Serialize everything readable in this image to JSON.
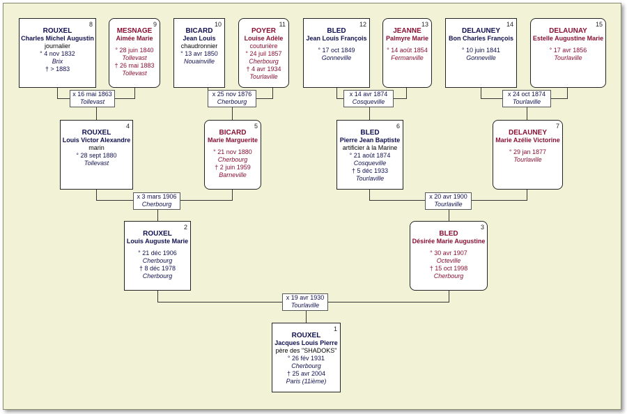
{
  "people": {
    "p1": {
      "num": "1",
      "surname": "ROUXEL",
      "given": "Jacques Louis Pierre",
      "occupation": "père des \"SHADOKS\"",
      "birth": "° 26 fév 1931",
      "birth_place": "Cherbourg",
      "death": "† 25 avr 2004",
      "death_place": "Paris (11ième)"
    },
    "p2": {
      "num": "2",
      "surname": "ROUXEL",
      "given": "Louis Auguste Marie",
      "occupation": "",
      "birth": "° 21 déc 1906",
      "birth_place": "Cherbourg",
      "death": "† 8 déc 1978",
      "death_place": "Cherbourg"
    },
    "p3": {
      "num": "3",
      "surname": "BLED",
      "given": "Désirée Marie Augustine",
      "occupation": "",
      "birth": "° 30 avr 1907",
      "birth_place": "Octeville",
      "death": "† 15 oct 1998",
      "death_place": "Cherbourg"
    },
    "p4": {
      "num": "4",
      "surname": "ROUXEL",
      "given": "Louis Victor Alexandre",
      "occupation": "marin",
      "birth": "° 28 sept 1880",
      "birth_place": "Tollevast",
      "death": "",
      "death_place": ""
    },
    "p5": {
      "num": "5",
      "surname": "BICARD",
      "given": "Marie Marguerite",
      "occupation": "",
      "birth": "° 21 nov 1880",
      "birth_place": "Cherbourg",
      "death": "† 2 juin 1959",
      "death_place": "Barneville"
    },
    "p6": {
      "num": "6",
      "surname": "BLED",
      "given": "Pierre Jean Baptiste",
      "occupation": "artificier à la Marine",
      "birth": "° 21 août 1874",
      "birth_place": "Cosqueville",
      "death": "† 5 déc 1933",
      "death_place": "Tourlaville"
    },
    "p7": {
      "num": "7",
      "surname": "DELAUNEY",
      "given": "Marie Azélie Victorine",
      "occupation": "",
      "birth": "° 29 jan 1877",
      "birth_place": "Tourlaville",
      "death": "",
      "death_place": ""
    },
    "p8": {
      "num": "8",
      "surname": "ROUXEL",
      "given": "Charles Michel Augustin",
      "occupation": "journalier",
      "birth": "° 4 nov 1832",
      "birth_place": "Brix",
      "death": "† > 1883",
      "death_place": ""
    },
    "p9": {
      "num": "9",
      "surname": "MESNAGE",
      "given": "Aimée Marie",
      "occupation": "",
      "birth": "° 28 juin 1840",
      "birth_place": "Tollevast",
      "death": "† 26 mai 1883",
      "death_place": "Tollevast"
    },
    "p10": {
      "num": "10",
      "surname": "BICARD",
      "given": "Jean Louis",
      "occupation": "chaudronnier",
      "birth": "° 13 avr 1850",
      "birth_place": "Nouainville",
      "death": "",
      "death_place": ""
    },
    "p11": {
      "num": "11",
      "surname": "POYER",
      "given": "Louise Adèle",
      "occupation": "couturière",
      "birth": "° 24 juil 1857",
      "birth_place": "Cherbourg",
      "death": "† 4 avr 1934",
      "death_place": "Tourlaville"
    },
    "p12": {
      "num": "12",
      "surname": "BLED",
      "given": "Jean Louis François",
      "occupation": "",
      "birth": "° 17 oct 1849",
      "birth_place": "Gonneville",
      "death": "",
      "death_place": ""
    },
    "p13": {
      "num": "13",
      "surname": "JEANNE",
      "given": "Palmyre Marie",
      "occupation": "",
      "birth": "° 14 août 1854",
      "birth_place": "Fermanville",
      "death": "",
      "death_place": ""
    },
    "p14": {
      "num": "14",
      "surname": "DELAUNEY",
      "given": "Bon Charles François",
      "occupation": "",
      "birth": "° 10 juin 1841",
      "birth_place": "Gonneville",
      "death": "",
      "death_place": ""
    },
    "p15": {
      "num": "15",
      "surname": "DELAUNAY",
      "given": "Estelle Augustine Marie",
      "occupation": "",
      "birth": "° 17 avr 1856",
      "birth_place": "Tourlaville",
      "death": "",
      "death_place": ""
    }
  },
  "marriages": {
    "m1": {
      "date": "x 19 avr 1930",
      "place": "Tourlaville"
    },
    "m2": {
      "date": "x 3 mars 1906",
      "place": "Cherbourg"
    },
    "m3": {
      "date": "x 20 avr 1900",
      "place": "Tourlaville"
    },
    "m4": {
      "date": "x 16 mai 1863",
      "place": "Tollevast"
    },
    "m5": {
      "date": "x 25 nov 1876",
      "place": "Cherbourg"
    },
    "m6": {
      "date": "x 14 avr 1874",
      "place": "Cosqueville"
    },
    "m7": {
      "date": "x 24 oct 1874",
      "place": "Tourlaville"
    }
  }
}
